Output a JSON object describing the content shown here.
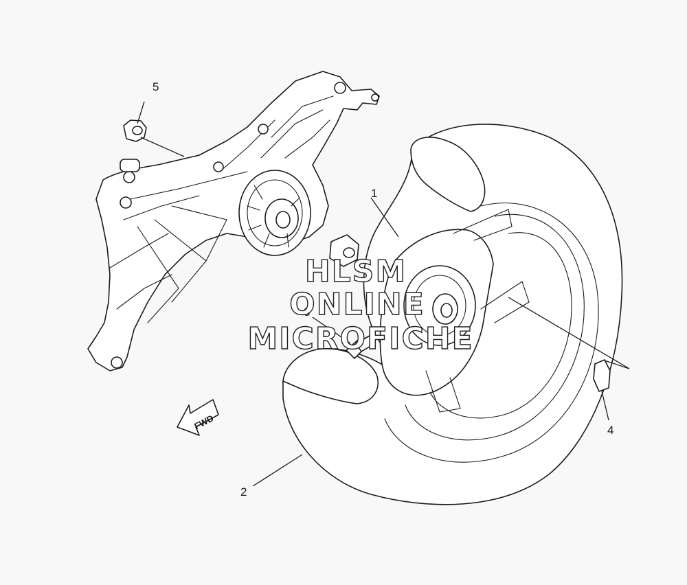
{
  "callouts": {
    "c1": "1",
    "c2": "2",
    "c3": "3",
    "c4": "4",
    "c5": "5"
  },
  "direction_arrow": {
    "label": "FWD"
  },
  "watermark": {
    "line1": "HLSM",
    "line2": "ONLINE",
    "line3": "MICROFICHE"
  }
}
